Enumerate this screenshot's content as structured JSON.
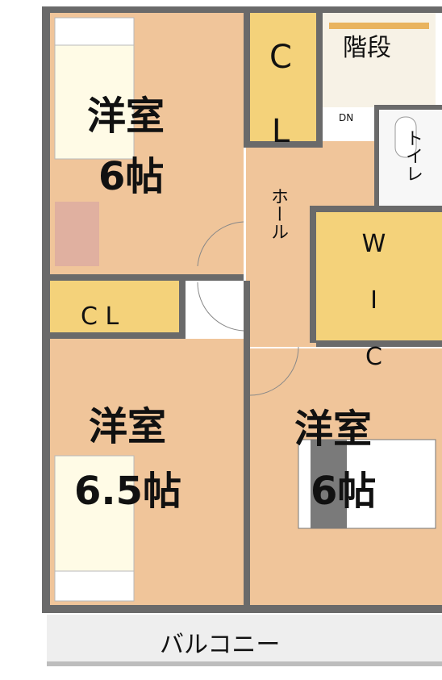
{
  "floor_plan": {
    "rooms": {
      "bedroom_nw": {
        "name": "洋室",
        "size": "6帖"
      },
      "closet_n": {
        "name": "C L"
      },
      "stairs": {
        "name": "階段",
        "direction": "DN"
      },
      "toilet": {
        "name": "トイレ"
      },
      "hall": {
        "name": "ホール"
      },
      "wic": {
        "name": "W I C"
      },
      "closet_w": {
        "name": "C L"
      },
      "bedroom_sw": {
        "name": "洋室",
        "size": "6.5帖"
      },
      "bedroom_se": {
        "name": "洋室",
        "size": "6帖"
      },
      "balcony": {
        "name": "バルコニー"
      }
    },
    "colors": {
      "floor": "#f0c59a",
      "wall": "#6a6a6a",
      "closet": "#f4d27a",
      "tile": "#f7f2e6",
      "bed": "#fffbe6",
      "balcony": "#eeeeee"
    }
  }
}
